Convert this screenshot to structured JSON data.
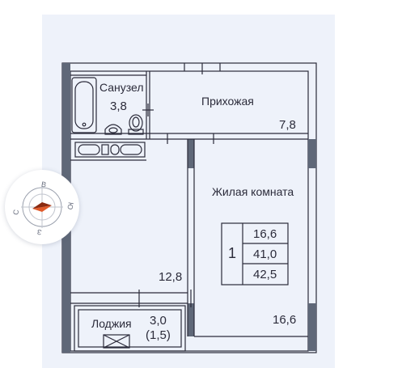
{
  "rooms": {
    "bathroom": {
      "name": "Санузел",
      "area": "3,8"
    },
    "hallway": {
      "name": "Прихожая",
      "area": "7,8"
    },
    "living_room": {
      "name": "Жилая комната",
      "area": "16,6"
    },
    "kitchen": {
      "area": "12,8"
    },
    "loggia": {
      "name": "Лоджия",
      "area": "3,0",
      "area_reduced": "(1,5)"
    }
  },
  "summary": {
    "rooms_count": "1",
    "living_area": "16,6",
    "total_area": "41,0",
    "total_area_with_loggia": "42,5"
  },
  "compass": {
    "north": "С",
    "east": "В",
    "south": "Ю",
    "west": "З",
    "needle_color": "#e05a2a"
  },
  "colors": {
    "wall": "#5f6878",
    "background": "#eef2fa",
    "line": "#2b2b3a"
  }
}
